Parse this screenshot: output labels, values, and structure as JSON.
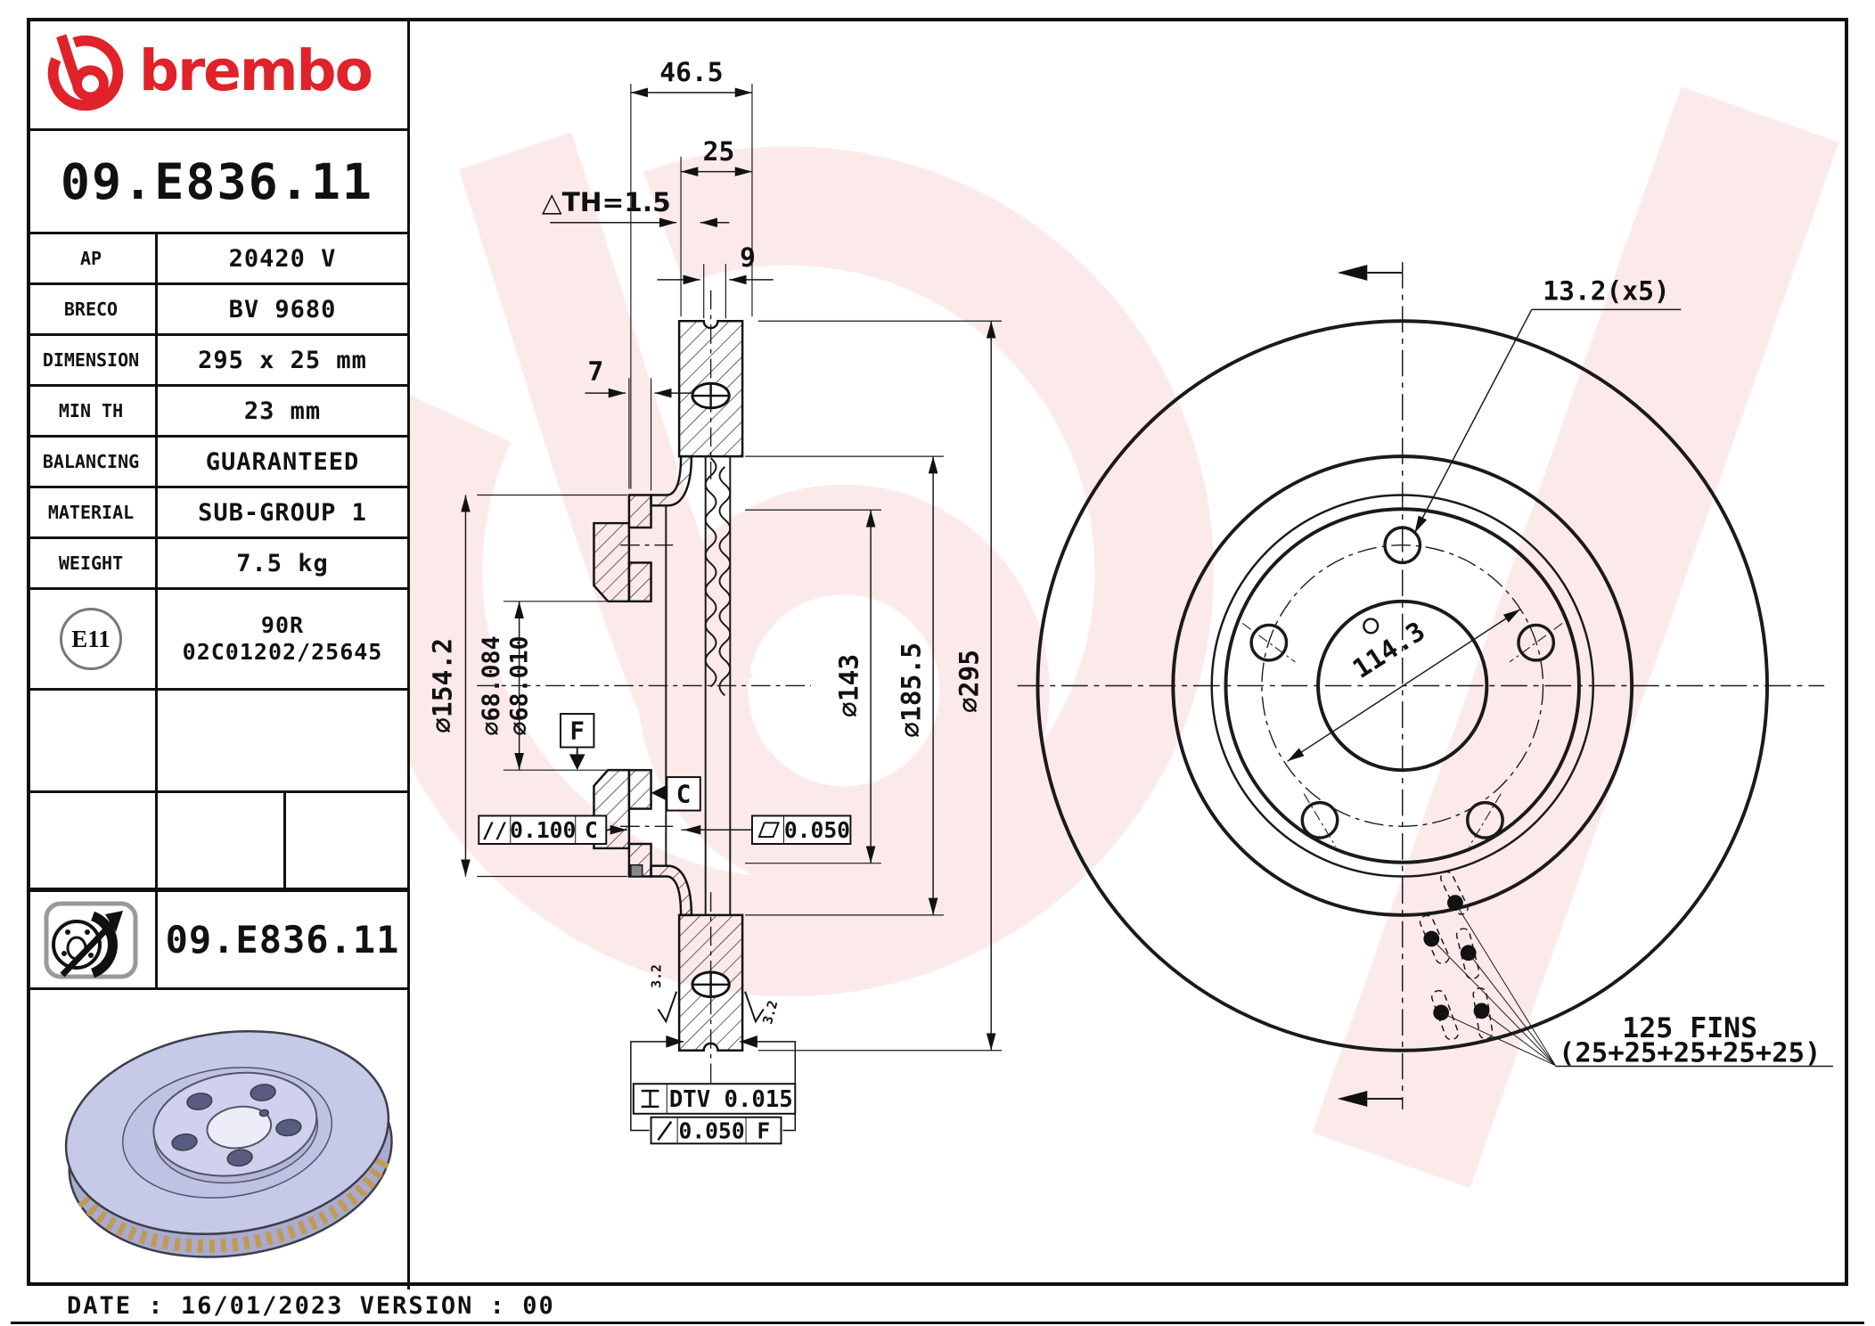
{
  "header": {
    "wordmark": "brembo",
    "part_number": "09.E836.11"
  },
  "specs": {
    "rows": [
      {
        "label": "AP",
        "value": "20420 V"
      },
      {
        "label": "BRECO",
        "value": "BV 9680"
      },
      {
        "label": "DIMENSION",
        "value": "295 x 25 mm"
      },
      {
        "label": "MIN TH",
        "value": "23 mm"
      },
      {
        "label": "BALANCING",
        "value": "GUARANTEED"
      },
      {
        "label": "MATERIAL",
        "value": "SUB-GROUP 1"
      },
      {
        "label": "WEIGHT",
        "value": "7.5 kg"
      }
    ]
  },
  "homologation": {
    "badge": "E11",
    "line1": "90R",
    "line2": "02C01202/25645"
  },
  "footer": {
    "part_number": "09.E836.11"
  },
  "date_bar": {
    "date_label": "DATE :",
    "date": "16/01/2023",
    "version_label": "VERSION :",
    "version": "00"
  },
  "section_view": {
    "dim_total_width": "46.5",
    "dim_band_width": "25",
    "dim_th": "△TH=1.5",
    "dim_vent": "9",
    "dim_flange": "7",
    "dia_hat": "∅154.2",
    "dia_bore_max": "∅68.084",
    "dia_bore_min": "∅68.010",
    "dia_inner": "∅143",
    "dia_band_inner": "∅185.5",
    "dia_outer": "∅295",
    "datum_f": "F",
    "datum_c": "C",
    "tol_parallel_sym": "//",
    "tol_parallel": "0.100",
    "tol_parallel_ref": "C",
    "tol_flat": "0.050",
    "tol_dtv": "DTV 0.015",
    "tol_runout": "0.050",
    "tol_runout_ref": "F",
    "rough_left": "3.2",
    "rough_right": "3.2"
  },
  "front_view": {
    "bolt_holes": "13.2(x5)",
    "pcd": "114.3",
    "fins_line1": "125 FINS",
    "fins_line2": "(25+25+25+25+25)"
  },
  "colors": {
    "brand_red": "#E0222A",
    "line": "#1a1a1a",
    "disc_body": "#c7c9e8",
    "disc_vents": "#c09a55"
  }
}
